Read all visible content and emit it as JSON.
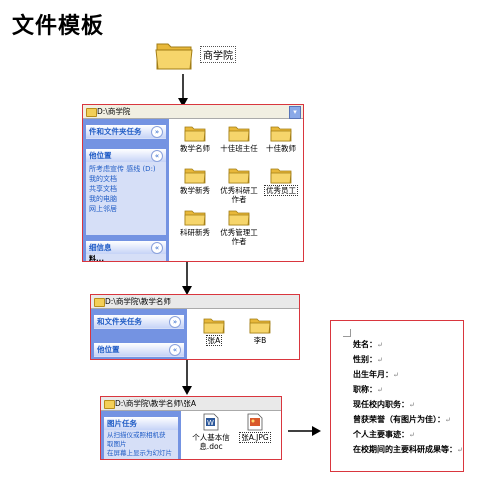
{
  "page": {
    "title": "文件模板"
  },
  "root": {
    "label": "商学院"
  },
  "window1": {
    "address": "D:\\商学院",
    "sidebar": {
      "tasks_title": "件和文件夹任务",
      "places_title": "他位置",
      "places_items": [
        "所考虑宣传 感线 (D:)",
        "我的文档",
        "共享文档",
        "我的电脑",
        "网上邻居"
      ],
      "details_title": "细信息",
      "footer_text": "料..."
    },
    "folders": [
      "教学名师",
      "十佳班主任",
      "十佳教师",
      "教学新秀",
      "优秀科研工作者",
      "优秀员工",
      "科研新秀",
      "优秀管理工作者"
    ]
  },
  "window2": {
    "address": "D:\\商学院\\教学名师",
    "sidebar": {
      "tasks_title": "和文件夹任务",
      "places_title": "他位置"
    },
    "folders": [
      "张A",
      "李B"
    ]
  },
  "window3": {
    "address": "D:\\商学院\\教学名师\\张A",
    "sidebar": {
      "tasks_title": "图片任务",
      "items": [
        "从扫描仪或照相机获",
        "取图片",
        "在屏幕上显示为幻灯片"
      ]
    },
    "files": [
      {
        "name": "个人基本信息.doc",
        "icon": "word-document-icon"
      },
      {
        "name": "张A.JPG",
        "icon": "image-file-icon"
      }
    ]
  },
  "document": {
    "lines": [
      "姓名：",
      "性别：",
      "出生年月：",
      "职称：",
      "现任校内职务：",
      "曾获荣誉（有图片为佳）：",
      "个人主要事迹：",
      "在校期间的主要科研成果等："
    ],
    "para_mark": "↵"
  },
  "colors": {
    "accent_border": "#d9363e",
    "sidebar_blue": "#7493e2",
    "folder_yellow": "#f3cf58",
    "link_blue": "#215dc6"
  }
}
